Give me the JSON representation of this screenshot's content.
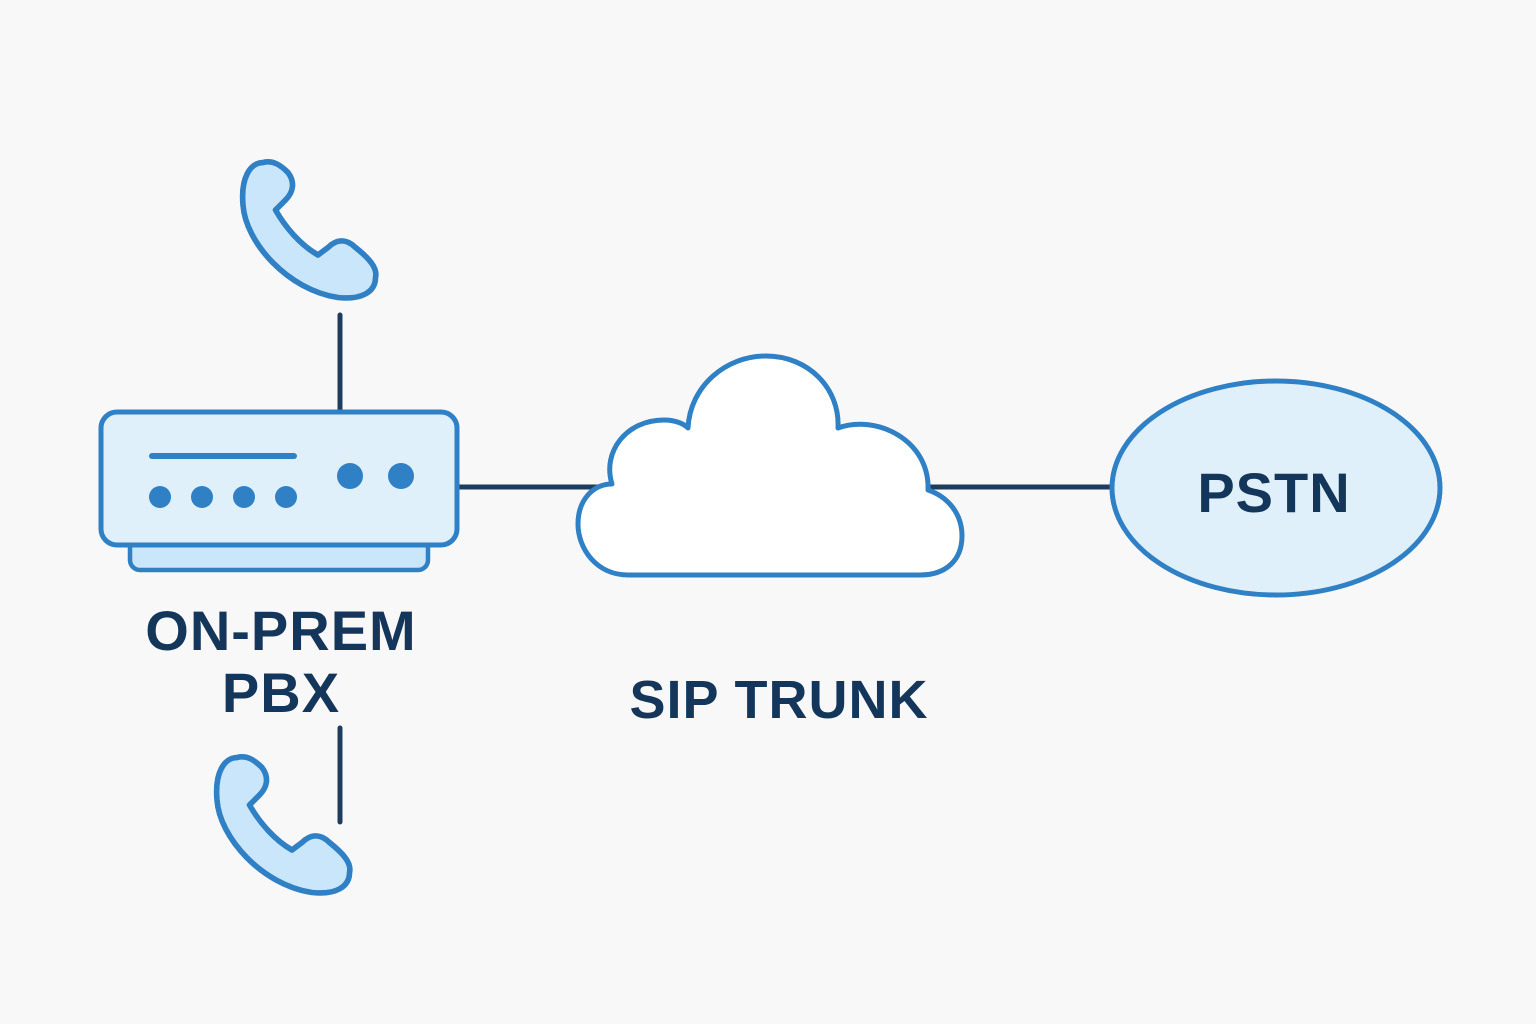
{
  "nodes": {
    "pbx": {
      "label_line1": "ON-PREM",
      "label_line2": "PBX",
      "icon": "pbx-device-icon"
    },
    "sip_trunk": {
      "label": "SIP TRUNK",
      "icon": "cloud-icon"
    },
    "pstn": {
      "label": "PSTN",
      "icon": "ellipse"
    },
    "phones": [
      {
        "icon": "phone-handset-icon"
      },
      {
        "icon": "phone-handset-icon"
      }
    ]
  },
  "connections": [
    {
      "from": "phone-top",
      "to": "pbx"
    },
    {
      "from": "pbx",
      "to": "phone-bottom"
    },
    {
      "from": "pbx",
      "to": "sip_trunk"
    },
    {
      "from": "sip_trunk",
      "to": "pstn"
    }
  ],
  "colors": {
    "background": "#f8f8f9",
    "stroke": "#2f80c4",
    "fill_light": "#dff0fb",
    "fill_phone": "#c9e6fa",
    "line": "#1e3c5e",
    "text": "#14365a"
  }
}
